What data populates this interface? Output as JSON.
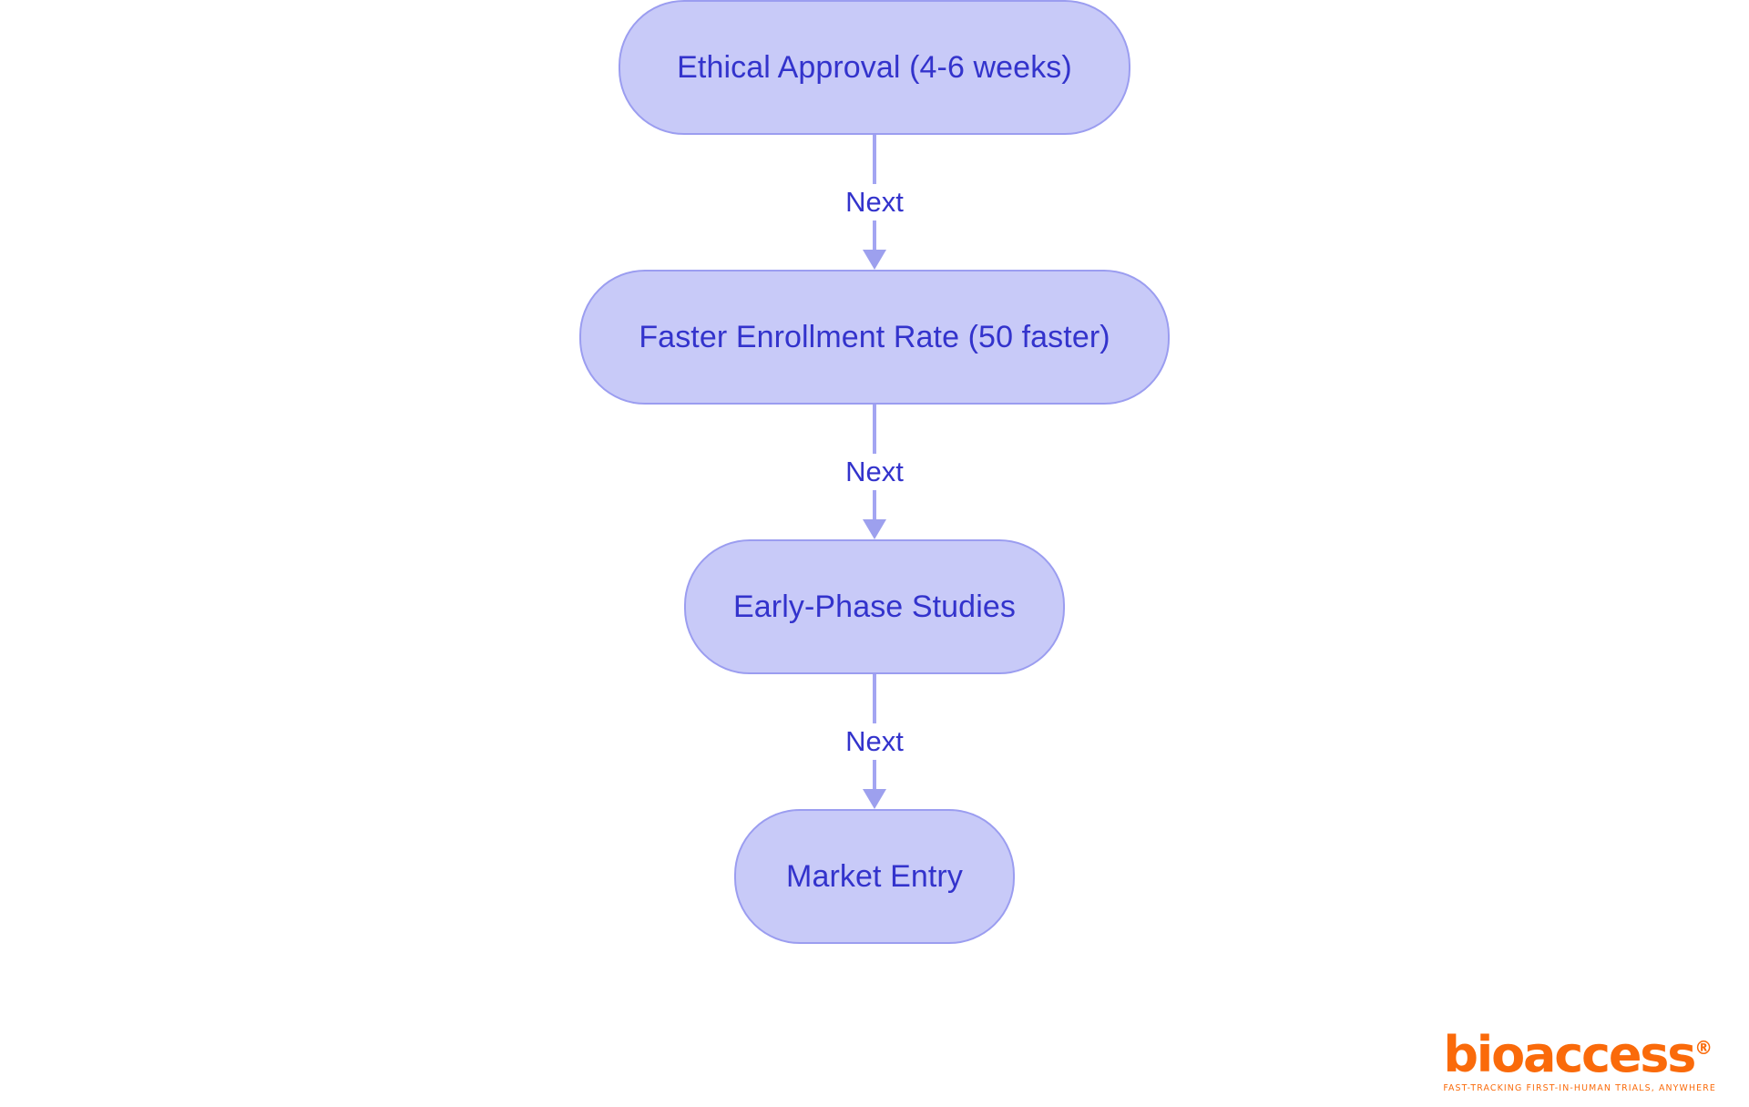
{
  "diagram": {
    "type": "flowchart",
    "orientation": "top-to-bottom",
    "colors": {
      "node_fill": "#c8caf8",
      "node_border": "#9b9df0",
      "node_text": "#3333cc",
      "edge_line": "#a3a5f2",
      "edge_label_text": "#3333cc",
      "background": "#ffffff",
      "brand": "#fa6a0a"
    },
    "nodes": [
      {
        "id": "n1",
        "label": "Ethical Approval (4-6 weeks)"
      },
      {
        "id": "n2",
        "label": "Faster Enrollment Rate (50 faster)"
      },
      {
        "id": "n3",
        "label": "Early-Phase Studies"
      },
      {
        "id": "n4",
        "label": "Market Entry"
      }
    ],
    "edges": [
      {
        "from": "n1",
        "to": "n2",
        "label": "Next"
      },
      {
        "from": "n2",
        "to": "n3",
        "label": "Next"
      },
      {
        "from": "n3",
        "to": "n4",
        "label": "Next"
      }
    ]
  },
  "brand": {
    "name": "bioaccess",
    "registered_mark": "®",
    "tagline": "FAST-TRACKING FIRST-IN-HUMAN TRIALS, ANYWHERE"
  }
}
